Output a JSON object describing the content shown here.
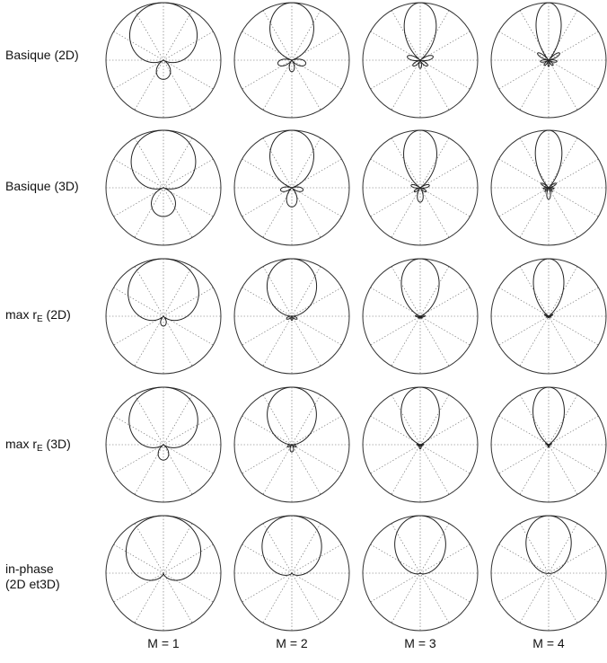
{
  "figure": {
    "rows": [
      {
        "label_lines": [
          "Basique (2D)"
        ],
        "type": "basic2d"
      },
      {
        "label_lines": [
          "Basique (3D)"
        ],
        "type": "basic3d"
      },
      {
        "label_lines": [
          "max r",
          "E",
          " (2D)"
        ],
        "subscript_label": true,
        "type": "maxre2d"
      },
      {
        "label_lines": [
          "max r",
          "E",
          " (3D)"
        ],
        "subscript_label": true,
        "type": "maxre3d"
      },
      {
        "label_lines": [
          "in-phase",
          "(2D et3D)"
        ],
        "type": "inphase"
      }
    ],
    "columns": [
      {
        "label": "M = 1",
        "order": 1
      },
      {
        "label": "M = 2",
        "order": 2
      },
      {
        "label": "M = 3",
        "order": 3
      },
      {
        "label": "M = 4",
        "order": 4
      }
    ],
    "colors": {
      "outline": "#333333",
      "grid": "#666666",
      "pattern": "#222222"
    }
  }
}
